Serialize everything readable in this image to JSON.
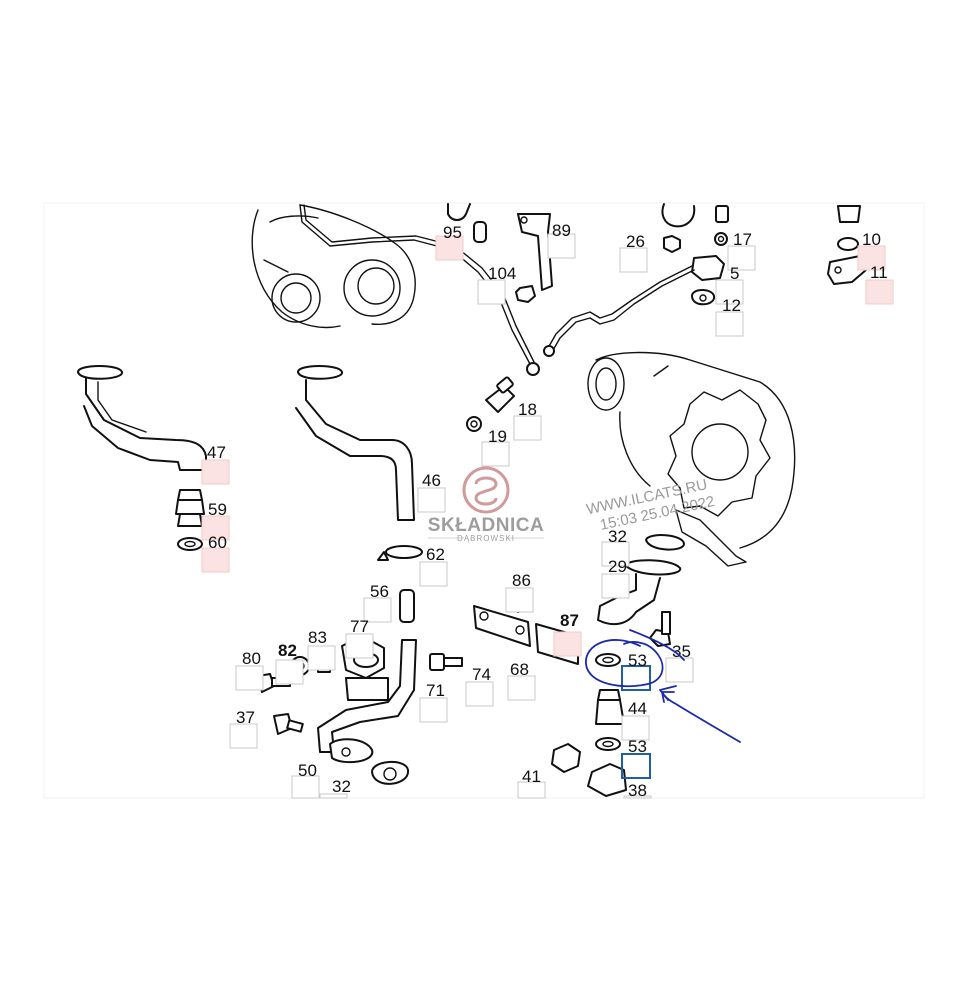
{
  "watermark": {
    "logo_name": "SKŁADNICA",
    "logo_sub": "DĄBROWSKI",
    "site": "WWW.ILCATS.RU",
    "stamp": "15:03 25.04.2022"
  },
  "callouts": [
    {
      "id": "c95",
      "label": "95"
    },
    {
      "id": "c89",
      "label": "89"
    },
    {
      "id": "c26",
      "label": "26"
    },
    {
      "id": "c17",
      "label": "17"
    },
    {
      "id": "c10",
      "label": "10"
    },
    {
      "id": "c11",
      "label": "11"
    },
    {
      "id": "c104",
      "label": "104"
    },
    {
      "id": "c5",
      "label": "5"
    },
    {
      "id": "c12",
      "label": "12"
    },
    {
      "id": "c18",
      "label": "18"
    },
    {
      "id": "c19",
      "label": "19"
    },
    {
      "id": "c47",
      "label": "47"
    },
    {
      "id": "c46",
      "label": "46"
    },
    {
      "id": "c59",
      "label": "59"
    },
    {
      "id": "c60",
      "label": "60"
    },
    {
      "id": "c62",
      "label": "62"
    },
    {
      "id": "c32a",
      "label": "32"
    },
    {
      "id": "c29",
      "label": "29"
    },
    {
      "id": "c56",
      "label": "56"
    },
    {
      "id": "c86",
      "label": "86"
    },
    {
      "id": "c87",
      "label": "87"
    },
    {
      "id": "c35",
      "label": "35"
    },
    {
      "id": "c80",
      "label": "80"
    },
    {
      "id": "c82",
      "label": "82"
    },
    {
      "id": "c83",
      "label": "83"
    },
    {
      "id": "c77",
      "label": "77"
    },
    {
      "id": "c53a",
      "label": "53"
    },
    {
      "id": "c71",
      "label": "71"
    },
    {
      "id": "c74",
      "label": "74"
    },
    {
      "id": "c68",
      "label": "68"
    },
    {
      "id": "c37",
      "label": "37"
    },
    {
      "id": "c44",
      "label": "44"
    },
    {
      "id": "c53b",
      "label": "53"
    },
    {
      "id": "c50",
      "label": "50"
    },
    {
      "id": "c32b",
      "label": "32"
    },
    {
      "id": "c41",
      "label": "41"
    },
    {
      "id": "c38",
      "label": "38"
    }
  ],
  "colors": {
    "highlight_box": "#fbe3e3",
    "selected_box": "#1f5f9f",
    "annotation_ink": "#1c2aa8"
  }
}
